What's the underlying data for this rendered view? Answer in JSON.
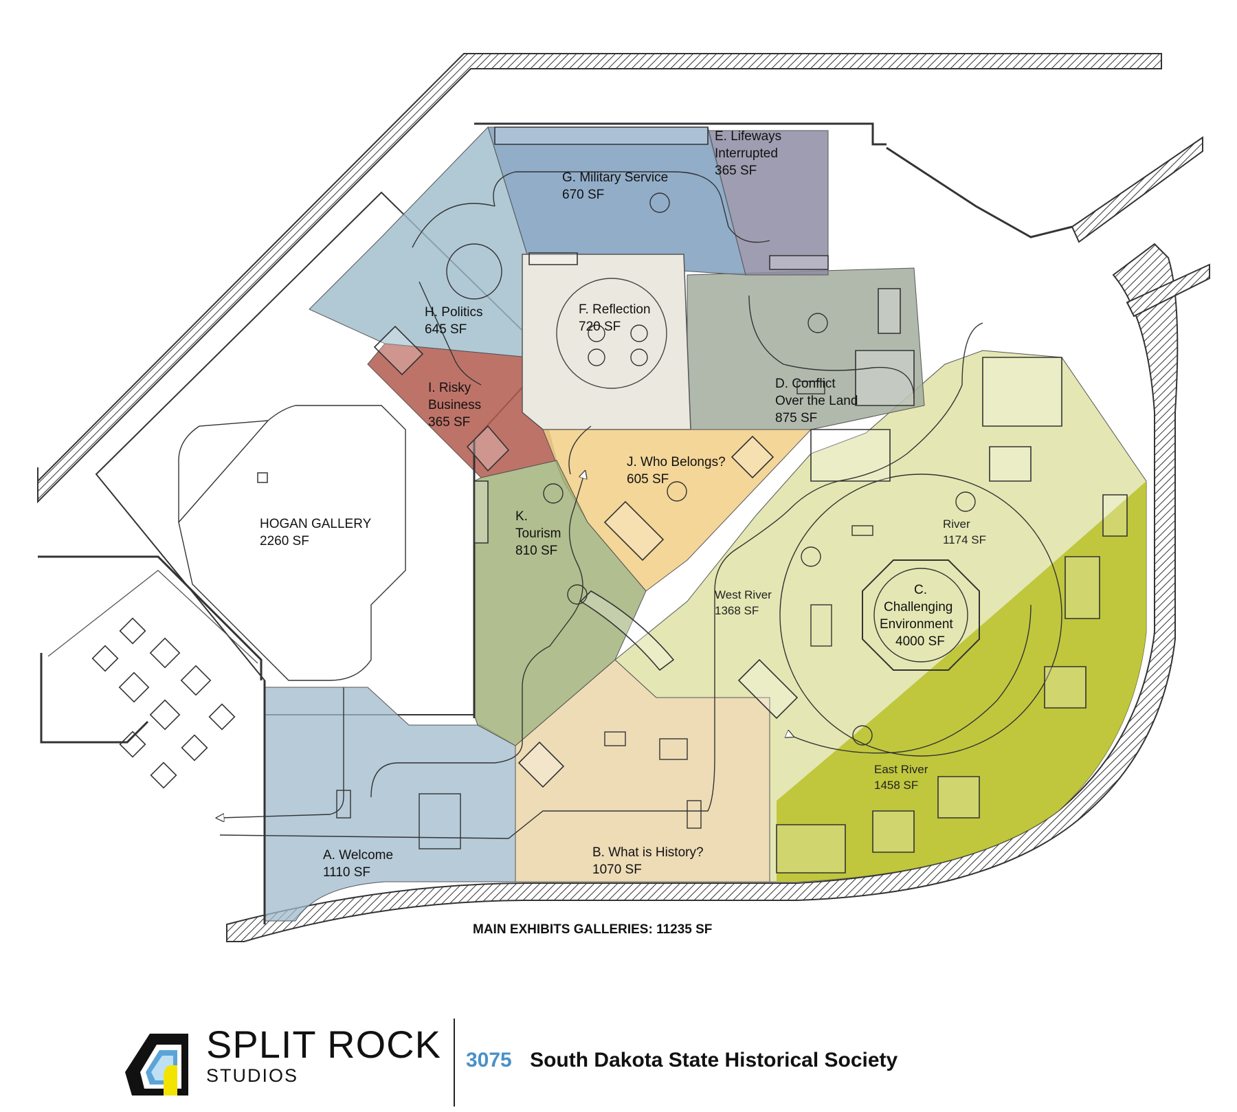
{
  "map": {
    "title": "MAIN EXHIBITS GALLERIES: 11235 SF",
    "colors": {
      "welcome": "#9fb9cc",
      "history": "#ead3a5",
      "challenging": "#b7bf1f",
      "challenging_light": "#dfe3a6",
      "conflict": "#a3ad9f",
      "lifeways": "#8e8ca3",
      "reflection": "#ebe9df",
      "military": "#7f9fbe",
      "politics": "#9cbcca",
      "risky": "#b35a4f",
      "belongs": "#f1cf86",
      "tourism": "#9eae73"
    },
    "zones": {
      "hogan": {
        "line1": "HOGAN GALLERY",
        "line2": "2260 SF"
      },
      "welcome": {
        "line1": "A. Welcome",
        "line2": "1110 SF"
      },
      "history": {
        "line1": "B. What is History?",
        "line2": "1070 SF"
      },
      "challenging": {
        "line1": "C.",
        "line2": "Challenging",
        "line3": "Environment",
        "line4": "4000 SF"
      },
      "conflict": {
        "line1": "D. Conflict",
        "line2": "Over the Land",
        "line3": "875 SF"
      },
      "lifeways": {
        "line1": "E. Lifeways",
        "line2": "Interrupted",
        "line3": "365 SF"
      },
      "reflection": {
        "line1": "F. Reflection",
        "line2": "720 SF"
      },
      "military": {
        "line1": "G. Military Service",
        "line2": "670 SF"
      },
      "politics": {
        "line1": "H. Politics",
        "line2": "645 SF"
      },
      "risky": {
        "line1": "I. Risky",
        "line2": "Business",
        "line3": "365 SF"
      },
      "belongs": {
        "line1": "J. Who Belongs?",
        "line2": "605 SF"
      },
      "tourism": {
        "line1": "K.",
        "line2": "Tourism",
        "line3": "810 SF"
      }
    },
    "subzones": {
      "west_river": {
        "line1": "West River",
        "line2": "1368 SF"
      },
      "river": {
        "line1": "River",
        "line2": "1174 SF"
      },
      "east_river": {
        "line1": "East River",
        "line2": "1458 SF"
      }
    }
  },
  "footer": {
    "brand_name": "SPLIT ROCK",
    "brand_sub": "STUDIOS",
    "project_number": "3075",
    "project_client": "South Dakota State Historical Society"
  }
}
